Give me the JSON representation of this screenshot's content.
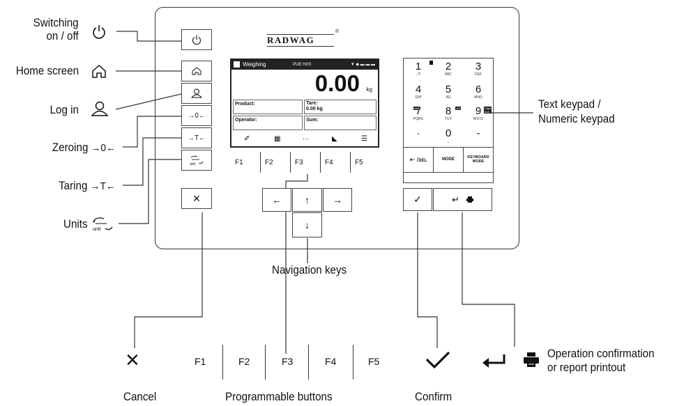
{
  "left_labels": {
    "switching_line1": "Switching",
    "switching_line2": "on / off",
    "home": "Home screen",
    "login": "Log in",
    "zeroing": "Zeroing",
    "taring": "Taring",
    "units": "Units"
  },
  "key_glyphs": {
    "power": "⏻",
    "zero": "→0←",
    "tare": "→T←",
    "cancel": "×",
    "left": "←",
    "up": "↑",
    "right": "→",
    "down": "↓",
    "confirm": "✓",
    "enter": "↵"
  },
  "brand": "RADWAG",
  "screen": {
    "mode": "Weighing",
    "model": "PUE HXS",
    "reading": "0.00",
    "unit": "kg",
    "product_label": "Product:",
    "tare_label": "Tare:",
    "tare_value": "0.00 kg",
    "operator_label": "Operator:",
    "sum_label": "Sum:"
  },
  "function_keys": [
    "F1",
    "F2",
    "F3",
    "F4",
    "F5"
  ],
  "keypad": {
    "keys": [
      {
        "digit": "1",
        "sub": ".,?!"
      },
      {
        "digit": "2",
        "sub": "ABC"
      },
      {
        "digit": "3",
        "sub": "DEF"
      },
      {
        "digit": "4",
        "sub": "GHI"
      },
      {
        "digit": "5",
        "sub": "JKL"
      },
      {
        "digit": "6",
        "sub": "MNO"
      },
      {
        "digit": "7",
        "sub": "PQRS"
      },
      {
        "digit": "8",
        "sub": "TUV"
      },
      {
        "digit": "9",
        "sub": "WXYZ"
      },
      {
        "digit": "·",
        "sub": ""
      },
      {
        "digit": "0",
        "sub": "⎵"
      },
      {
        "digit": "-",
        "sub": ""
      }
    ],
    "del": "DEL",
    "mode": "MODE",
    "keyboard_mode_1": "KEYBOARD",
    "keyboard_mode_2": "MODE",
    "badge_7": "shift",
    "badge_8": "1/A",
    "badge_9_1": "Caps",
    "badge_9_2": "lock"
  },
  "right_label_1": "Text keypad /",
  "right_label_2": "Numeric keypad",
  "navigation_label": "Navigation keys",
  "bottom": {
    "cancel": "Cancel",
    "programmable": "Programmable buttons",
    "confirm": "Confirm",
    "operation_1": "Operation confirmation",
    "operation_2": "or report printout"
  }
}
